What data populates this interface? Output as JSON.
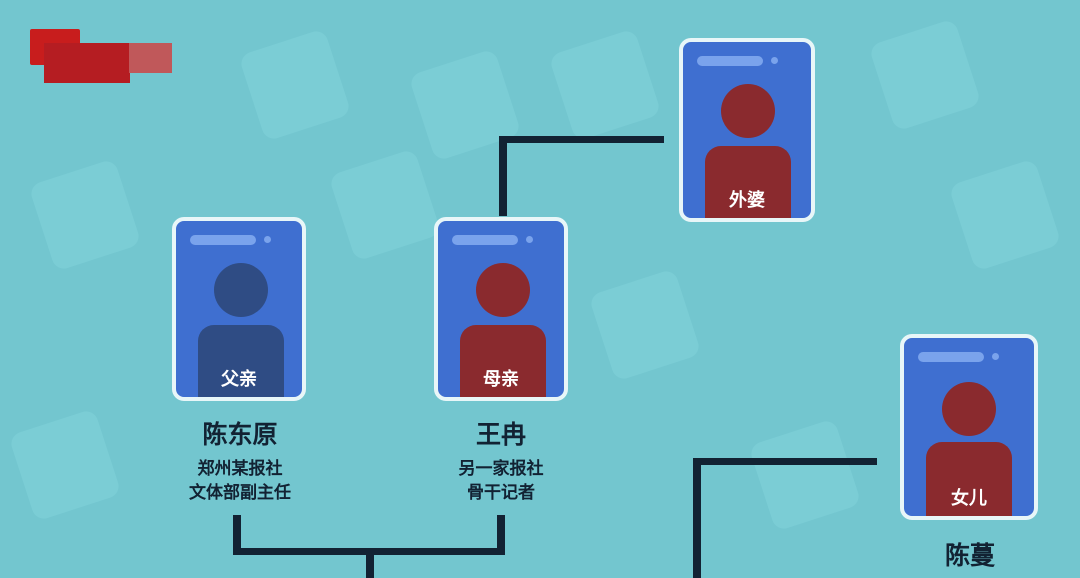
{
  "diagram": {
    "type": "family-relationship",
    "colors": {
      "background": "#73c6cf",
      "card": "#3f6fd0",
      "male": "#2f4c84",
      "female": "#8a2a2e",
      "line": "#122233"
    },
    "people": [
      {
        "id": "father",
        "role": "父亲",
        "name": "陈东原",
        "desc_line1": "郑州某报社",
        "desc_line2": "文体部副主任",
        "gender": "male"
      },
      {
        "id": "mother",
        "role": "母亲",
        "name": "王冉",
        "desc_line1": "另一家报社",
        "desc_line2": "骨干记者",
        "gender": "female"
      },
      {
        "id": "grandmother",
        "role": "外婆",
        "gender": "female"
      },
      {
        "id": "daughter",
        "role": "女儿",
        "name": "陈蔓",
        "gender": "female"
      }
    ]
  }
}
